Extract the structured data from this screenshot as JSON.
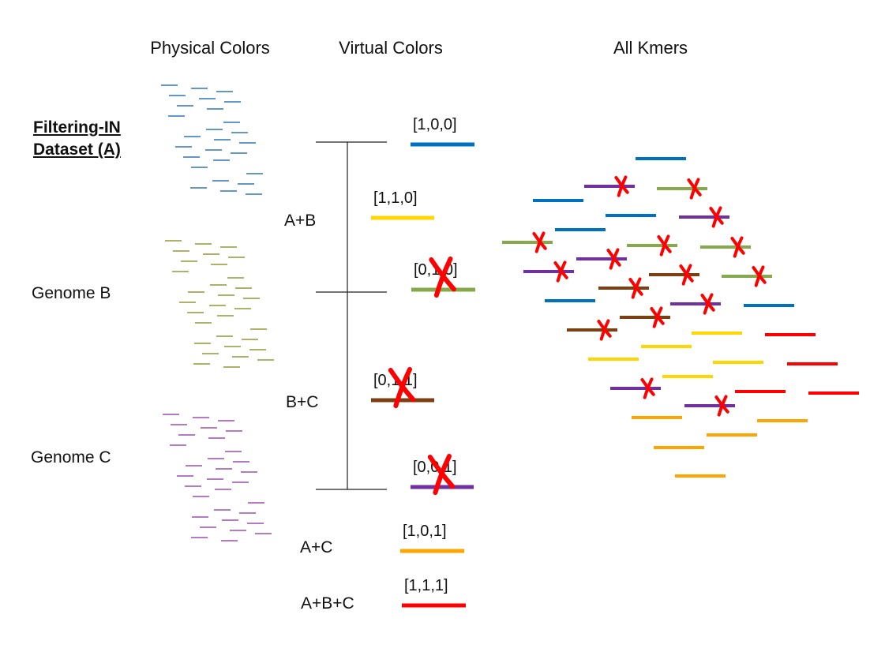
{
  "headers": {
    "physical": "Physical Colors",
    "virtual": "Virtual Colors",
    "kmers": "All Kmers"
  },
  "genomes": {
    "a_line1": "Filtering-IN",
    "a_line2": "Dataset (A)",
    "b": "Genome B",
    "c": "Genome C"
  },
  "combos": {
    "ab": "A+B",
    "bc": "B+C",
    "ac": "A+C",
    "abc": "A+B+C"
  },
  "virtual_colors": [
    {
      "label": "[1,0,0]",
      "color": "#0070c0",
      "removed": false
    },
    {
      "label": "[1,1,0]",
      "color": "#ffd700",
      "removed": false
    },
    {
      "label": "[0,1,0]",
      "color": "#86a94c",
      "removed": true
    },
    {
      "label": "[0,1,1]",
      "color": "#7b3f12",
      "removed": true
    },
    {
      "label": "[0,0,1]",
      "color": "#7030a0",
      "removed": true
    },
    {
      "label": "[1,0,1]",
      "color": "#ffa500",
      "removed": false
    },
    {
      "label": "[1,1,1]",
      "color": "#ff0000",
      "removed": false
    }
  ],
  "colors": {
    "genome_a": "#2e75b6",
    "genome_b": "#8f9a3a",
    "genome_c": "#9b4fb0",
    "cross": "#ff0000"
  }
}
